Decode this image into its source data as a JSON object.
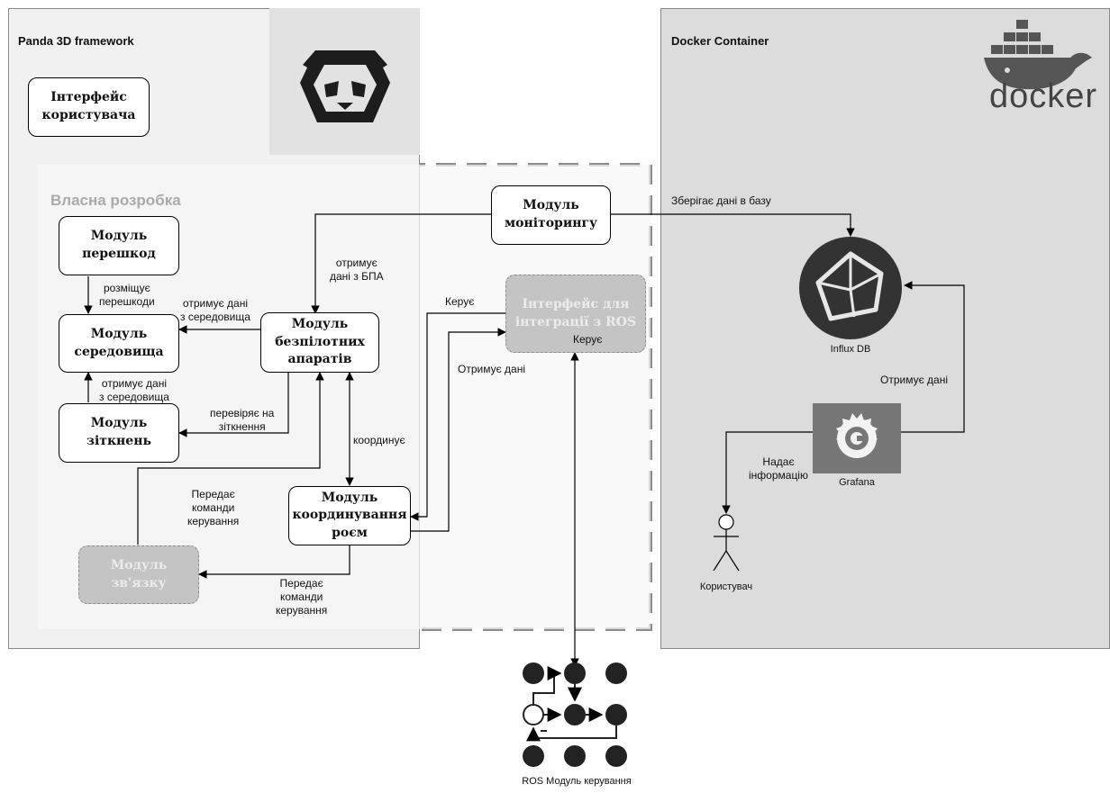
{
  "regions": {
    "panda_title": "Panda 3D framework",
    "docker_title": "Docker Container",
    "own_title": "Власна розробка"
  },
  "nodes": {
    "ui": "Інтерфейс\nкористувача",
    "obstacles": "Модуль\nперешкод",
    "environment": "Модуль\nсередовища",
    "collisions": "Модуль\nзіткнень",
    "uav": "Модуль\nбезпілотних\nапаратів",
    "monitoring": "Модуль\nмоніторингу",
    "ros_interface": "Інтерфейс для\nінтеграції з ROS",
    "swarm": "Модуль\nкоординування\nроєм",
    "comm": "Модуль\nзв'язку"
  },
  "edge_labels": {
    "places_obstacles": "розміщує\nперешкоди",
    "gets_env_data_1": "отримує дані\nз середовища",
    "gets_env_data_2": "отримує дані\nз середовища",
    "checks_collision": "перевіряє на\nзіткнення",
    "gets_uav_data": "отримує\nдані з БПА",
    "coordinates": "координує",
    "controls_1": "Керує",
    "controls_2": "Керує",
    "receives_data_1": "Отримує дані",
    "passes_commands_1": "Передає\nкоманди\nкерування",
    "passes_commands_2": "Передає\nкоманди\nкерування",
    "stores_db": "Зберігає дані в базу",
    "receives_data_2": "Отримує дані",
    "provides_info": "Надає\nінформацію"
  },
  "icons": {
    "influx_label": "Influx DB",
    "grafana_label": "Grafana",
    "user_label": "Користувач",
    "docker_word": "docker",
    "ros_label": "ROS Модуль керування"
  },
  "colors": {
    "panda_bg": "#f1f1f1",
    "docker_bg": "#dcdcdc",
    "ghost_box": "#c4c4c4",
    "own_title": "#aaaaaa"
  }
}
